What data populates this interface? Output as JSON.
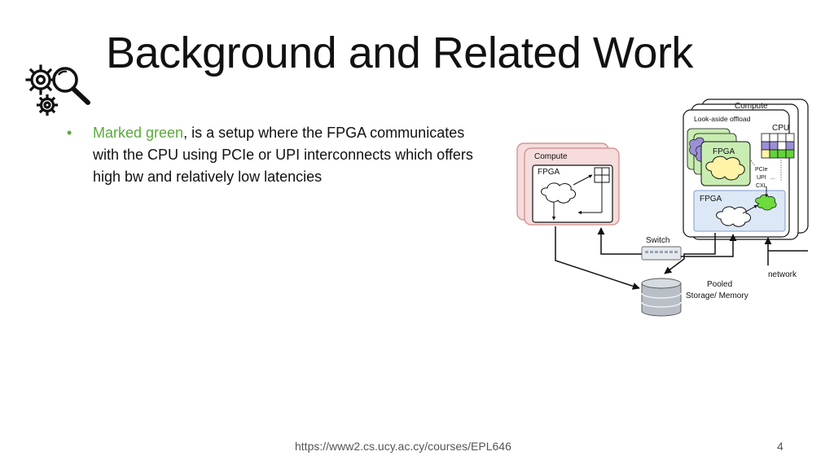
{
  "slide": {
    "title": "Background and Related Work",
    "bullet": {
      "marker": "•",
      "highlight": "Marked green",
      "text": ", is a setup where the FPGA communicates with the CPU using PCIe or UPI interconnects which offers high bw and relatively low latencies"
    },
    "footer_url": "https://www2.cs.ucy.ac.cy/courses/EPL646",
    "page_number": "4"
  },
  "diagram": {
    "left_compute": {
      "title": "Compute",
      "fpga_label": "FPGA"
    },
    "right_compute": {
      "title": "Compute",
      "lookaside_label": "Look-aside offload",
      "cpu_label": "CPU",
      "inner_fpga_label": "FPGA",
      "interconnects": [
        "PCIe",
        "UPI",
        "CXL"
      ],
      "ellipsis": "...",
      "bottom_fpga_label": "FPGA"
    },
    "switch_label": "Switch",
    "pooled_label_line1": "Pooled",
    "pooled_label_line2": "Storage/ Memory",
    "network_label": "network"
  },
  "colors": {
    "green_text": "#5aaa3c",
    "left_panel_fill": "#f6dcdc",
    "left_panel_stroke": "#c98888",
    "green_panel_fill": "#c8ecb2",
    "blue_panel_fill": "#dde8f6",
    "purple": "#9b8fd6",
    "grid_green": "#63d23a",
    "cloud_green": "#6edc3c",
    "cloud_yellow": "#fff3a8"
  }
}
